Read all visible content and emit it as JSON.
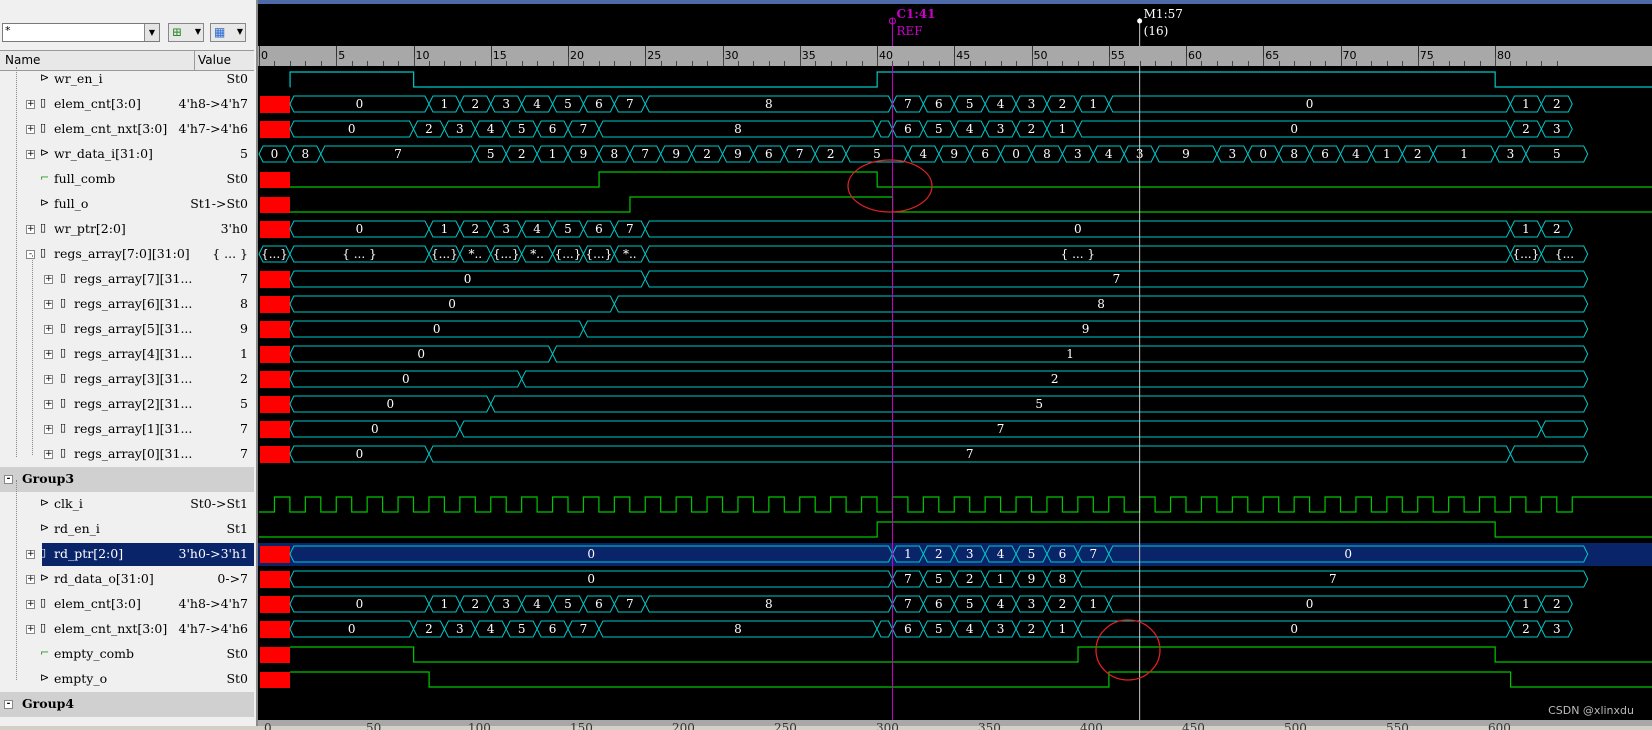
{
  "toolbar": {
    "filter_value": "*"
  },
  "columns": {
    "name": "Name",
    "value": "Value"
  },
  "signals": [
    {
      "name": "wr_en_i",
      "value": "St0",
      "kind": "port",
      "depth": 1
    },
    {
      "name": "elem_cnt[3:0]",
      "value": "4'h8->4'h7",
      "kind": "bus",
      "depth": 1,
      "exp": "+"
    },
    {
      "name": "elem_cnt_nxt[3:0]",
      "value": "4'h7->4'h6",
      "kind": "bus",
      "depth": 1,
      "exp": "+"
    },
    {
      "name": "wr_data_i[31:0]",
      "value": "5",
      "kind": "port",
      "depth": 1,
      "exp": "+"
    },
    {
      "name": "full_comb",
      "value": "St0",
      "kind": "comb",
      "depth": 1
    },
    {
      "name": "full_o",
      "value": "St1->St0",
      "kind": "port",
      "depth": 1
    },
    {
      "name": "wr_ptr[2:0]",
      "value": "3'h0",
      "kind": "bus",
      "depth": 1,
      "exp": "+"
    },
    {
      "name": "regs_array[7:0][31:0]",
      "value": "{ ... }",
      "kind": "bus",
      "depth": 1,
      "exp": "-"
    },
    {
      "name": "regs_array[7][31...",
      "value": "7",
      "kind": "bus",
      "depth": 2,
      "exp": "+"
    },
    {
      "name": "regs_array[6][31...",
      "value": "8",
      "kind": "bus",
      "depth": 2,
      "exp": "+"
    },
    {
      "name": "regs_array[5][31...",
      "value": "9",
      "kind": "bus",
      "depth": 2,
      "exp": "+"
    },
    {
      "name": "regs_array[4][31...",
      "value": "1",
      "kind": "bus",
      "depth": 2,
      "exp": "+"
    },
    {
      "name": "regs_array[3][31...",
      "value": "2",
      "kind": "bus",
      "depth": 2,
      "exp": "+"
    },
    {
      "name": "regs_array[2][31...",
      "value": "5",
      "kind": "bus",
      "depth": 2,
      "exp": "+"
    },
    {
      "name": "regs_array[1][31...",
      "value": "7",
      "kind": "bus",
      "depth": 2,
      "exp": "+"
    },
    {
      "name": "regs_array[0][31...",
      "value": "7",
      "kind": "bus",
      "depth": 2,
      "exp": "+"
    },
    {
      "name": "Group3",
      "value": "",
      "kind": "group",
      "depth": 0,
      "exp": "-"
    },
    {
      "name": "clk_i",
      "value": "St0->St1",
      "kind": "port",
      "depth": 1
    },
    {
      "name": "rd_en_i",
      "value": "St1",
      "kind": "port",
      "depth": 1
    },
    {
      "name": "rd_ptr[2:0]",
      "value": "3'h0->3'h1",
      "kind": "bus",
      "depth": 1,
      "exp": "+",
      "selected": true
    },
    {
      "name": "rd_data_o[31:0]",
      "value": "0->7",
      "kind": "port",
      "depth": 1,
      "exp": "+"
    },
    {
      "name": "elem_cnt[3:0]",
      "value": "4'h8->4'h7",
      "kind": "bus",
      "depth": 1,
      "exp": "+"
    },
    {
      "name": "elem_cnt_nxt[3:0]",
      "value": "4'h7->4'h6",
      "kind": "bus",
      "depth": 1,
      "exp": "+"
    },
    {
      "name": "empty_comb",
      "value": "St0",
      "kind": "comb",
      "depth": 1
    },
    {
      "name": "empty_o",
      "value": "St0",
      "kind": "port",
      "depth": 1
    },
    {
      "name": "Group4",
      "value": "",
      "kind": "group",
      "depth": 0,
      "exp": "-"
    }
  ],
  "cursors": {
    "c1_label": "C1:41",
    "c1_sub": "REF",
    "m1_label": "M1:57",
    "m1_sub": "(16)"
  },
  "ruler_ticks": [
    "0",
    "5",
    "10",
    "15",
    "20",
    "25",
    "30",
    "35",
    "40",
    "45",
    "50",
    "55",
    "60",
    "65",
    "70",
    "75",
    "80"
  ],
  "bottom_ticks": [
    "0",
    "50",
    "100",
    "150",
    "200",
    "250",
    "300",
    "350",
    "400",
    "450",
    "500",
    "550",
    "600"
  ],
  "colors": {
    "bus": "#00c8c8",
    "bit": "#00c800",
    "cursor_c1": "#cc00cc",
    "cursor_m1": "#c8c8c8",
    "xstate": "#ff0000",
    "annotation": "#dd2222"
  },
  "watermark": "CSDN @xlinxdu"
}
